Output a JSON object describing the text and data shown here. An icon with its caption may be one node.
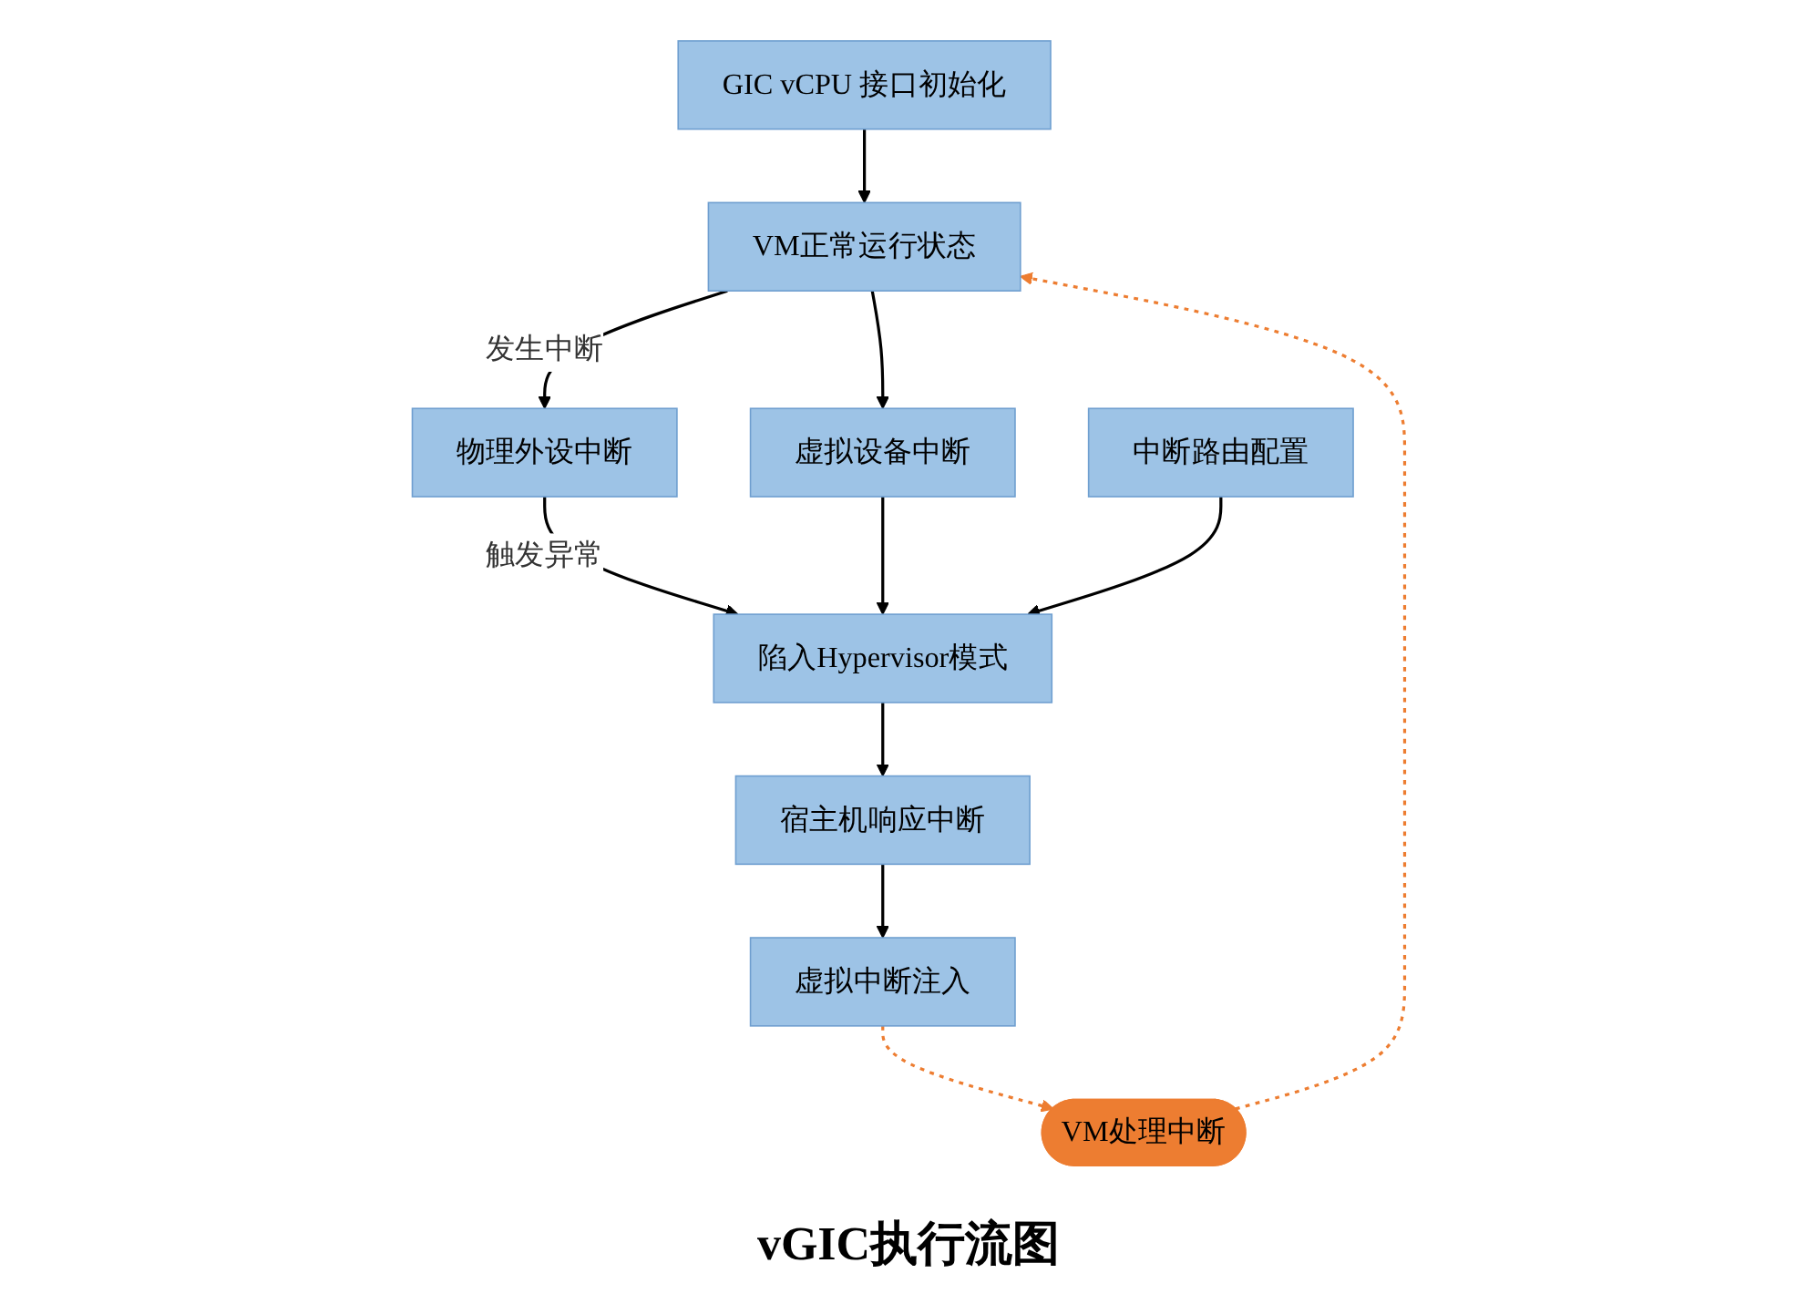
{
  "diagram": {
    "caption": "vGIC执行流图",
    "nodes": [
      {
        "text": [
          "GIC vCPU 接口初始化"
        ]
      },
      {
        "text": [
          "VM正常运行状态"
        ]
      },
      {
        "text": [
          "物理外设中断"
        ]
      },
      {
        "text": [
          "虚拟设备中断"
        ]
      },
      {
        "text": [
          "中断路由配置"
        ]
      },
      {
        "text": [
          "陷入Hypervisor模式"
        ]
      },
      {
        "text": [
          "宿主机响应中断"
        ]
      },
      {
        "text": [
          "虚拟中断注入"
        ]
      },
      {
        "text": [
          "VM处理中断"
        ]
      }
    ],
    "edges": [
      {
        "from": 0,
        "to": 1,
        "arrow": "to"
      },
      {
        "from": 1,
        "to": 2,
        "arrow": "to",
        "label": "发生中断"
      },
      {
        "from": 1,
        "to": 3,
        "arrow": "to"
      },
      {
        "from": 2,
        "to": 5,
        "arrow": "to",
        "label": "触发异常"
      },
      {
        "from": 3,
        "to": 5,
        "arrow": "to"
      },
      {
        "from": 4,
        "to": 5,
        "arrow": "to"
      },
      {
        "from": 5,
        "to": 6,
        "arrow": "to"
      },
      {
        "from": 6,
        "to": 7,
        "arrow": "to"
      },
      {
        "from": 7,
        "to": 8,
        "arrow": "to",
        "style": "dashed",
        "color": "#ed7d31"
      },
      {
        "from": 8,
        "to": 1,
        "arrow": "to",
        "style": "dashed",
        "color": "#ed7d31"
      }
    ]
  }
}
